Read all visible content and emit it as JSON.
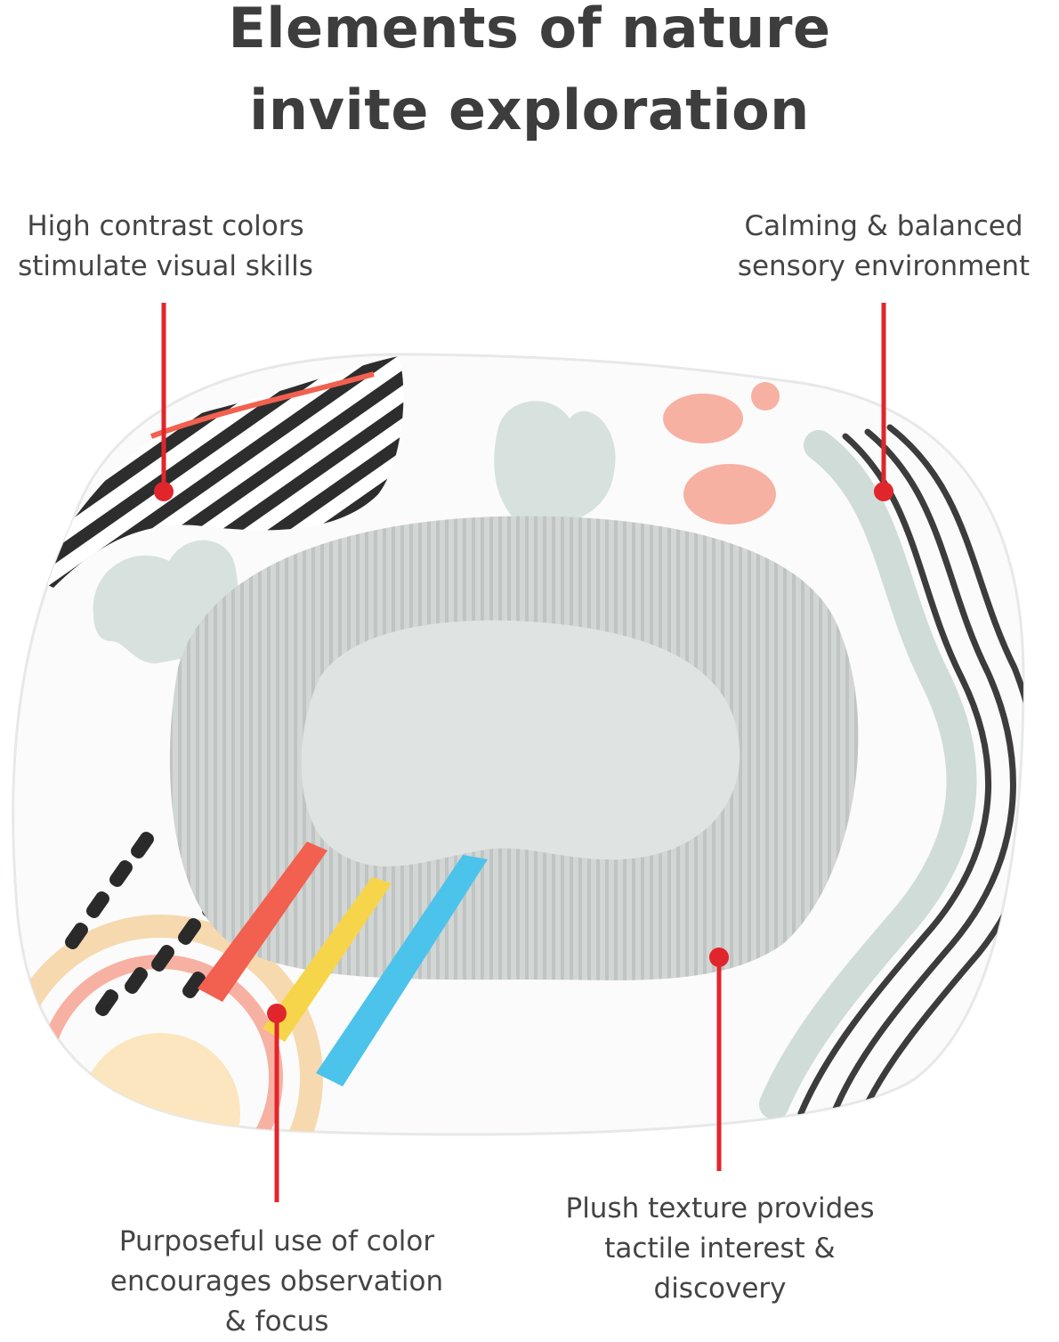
{
  "headline": {
    "line1": "Elements of nature",
    "line2": "invite exploration"
  },
  "callouts": {
    "top_left": {
      "line1": "High contrast colors",
      "line2": "stimulate visual skills"
    },
    "top_right": {
      "line1": "Calming & balanced",
      "line2": "sensory environment"
    },
    "bottom_left": {
      "line1": "Purposeful use of color",
      "line2": "encourages observation",
      "line3": "& focus"
    },
    "bottom_right": {
      "line1": "Plush texture provides",
      "line2": "tactile interest &",
      "line3": "discovery"
    }
  },
  "colors": {
    "headline": "#3d3d3d",
    "callout_text": "#444444",
    "leader_line": "#e0262c",
    "ribbon_coral": "#f2604f",
    "ribbon_yellow": "#f7d54a",
    "ribbon_blue": "#4cc3ea",
    "mint": "#d7e2df",
    "peach": "#f7b1a3"
  }
}
